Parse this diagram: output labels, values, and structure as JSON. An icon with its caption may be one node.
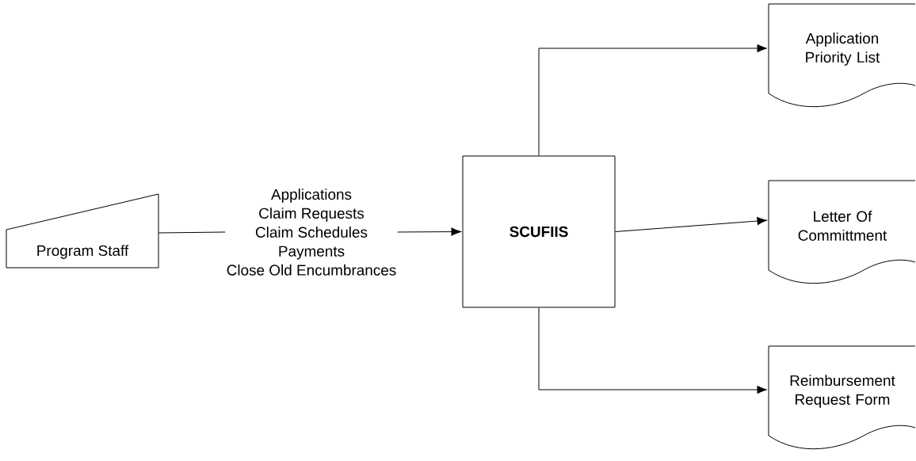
{
  "diagram": {
    "nodes": [
      {
        "text": [
          "Program Staff"
        ]
      },
      {
        "text": [
          "Applications",
          "Claim Requests",
          "Claim Schedules",
          "Payments",
          "Close Old Encumbrances"
        ]
      },
      {
        "text": [
          "SCUFIIS"
        ]
      },
      {
        "text": [
          "Application Priority List"
        ]
      },
      {
        "text": [
          "Letter Of Committment"
        ]
      },
      {
        "text": [
          "Reimbursement Request Form"
        ]
      }
    ],
    "edges": [
      {
        "from": 0,
        "to": 1,
        "arrow": "none"
      },
      {
        "from": 1,
        "to": 2,
        "arrow": "to"
      },
      {
        "from": 2,
        "to": 3,
        "arrow": "to"
      },
      {
        "from": 2,
        "to": 4,
        "arrow": "to"
      },
      {
        "from": 2,
        "to": 5,
        "arrow": "to"
      }
    ]
  }
}
